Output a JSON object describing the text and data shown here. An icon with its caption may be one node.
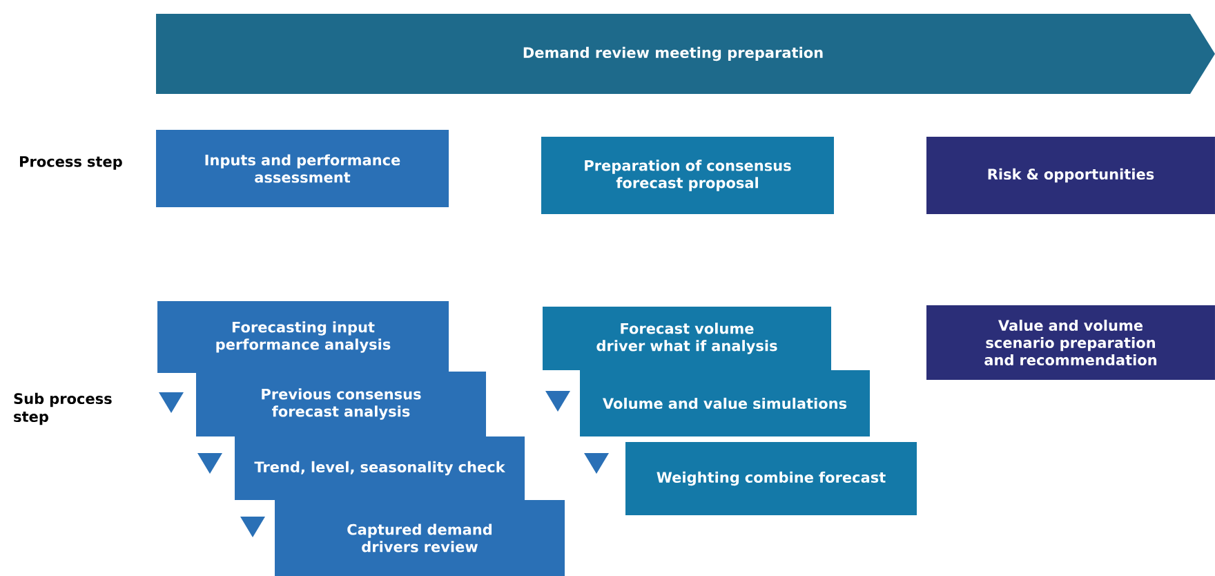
{
  "diagram": {
    "nodes": [
      {
        "text": [
          "Demand review meeting preparation"
        ]
      },
      {
        "text": [
          "Inputs and performance assessment"
        ]
      },
      {
        "text": [
          "Preparation of consensus forecast proposal"
        ]
      },
      {
        "text": [
          "Risk & opportunities"
        ]
      },
      {
        "text": [
          "Forecasting input performance analysis"
        ]
      },
      {
        "text": [
          "Previous consensus forecast analysis"
        ]
      },
      {
        "text": [
          "Trend, level, seasonality check"
        ]
      },
      {
        "text": [
          "Captured demand drivers review"
        ]
      },
      {
        "text": [
          "Forecast volume driver what if analysis"
        ]
      },
      {
        "text": [
          "Volume and value simulations"
        ]
      },
      {
        "text": [
          "Weighting combine forecast"
        ]
      },
      {
        "text": [
          "Value and volume scenario preparation and recommendation"
        ]
      }
    ],
    "labels": [
      "Process step",
      "Sub process step"
    ]
  }
}
